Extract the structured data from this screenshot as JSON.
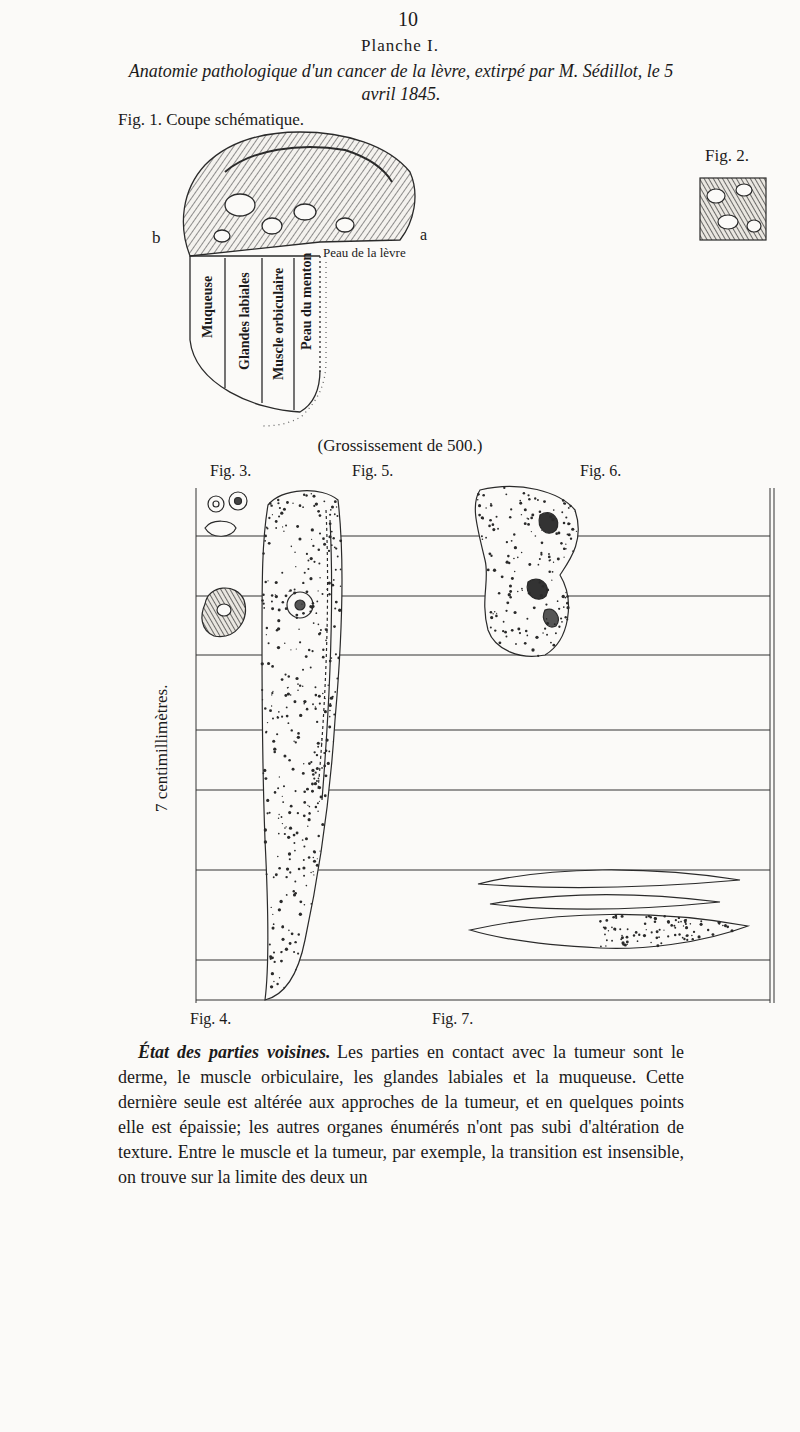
{
  "diagram": {
    "title": "Planche I.",
    "labels": [
      "10",
      "Anatomie pathologique d'un cancer de la lèvre, extirpé par M. Sédillot, le 5 avril 1845.",
      "Fig. 1. Coupe schématique.",
      "Fig. 2.",
      "b",
      "a",
      "Peau de la lèvre",
      "Muqueuse",
      "Glandes labiales",
      "Muscle orbiculaire",
      "Peau du menton",
      "(Grossissement de 500.)",
      "Fig. 3.",
      "Fig. 5.",
      "Fig. 6.",
      "7 centimillimètres.",
      "Fig. 4.",
      "Fig. 7.",
      "État des parties voisines.",
      "Les parties en contact avec la tumeur sont le derme, le muscle orbiculaire, les glandes labiales et la muqueuse. Cette dernière seule est altérée aux approches de la tumeur, et en quelques points elle est épaissie; les autres organes énumérés n'ont pas subi d'altération de texture. Entre le muscle et la tumeur, par exemple, la transition est insensible, on trouve sur la limite des deux un"
    ]
  }
}
